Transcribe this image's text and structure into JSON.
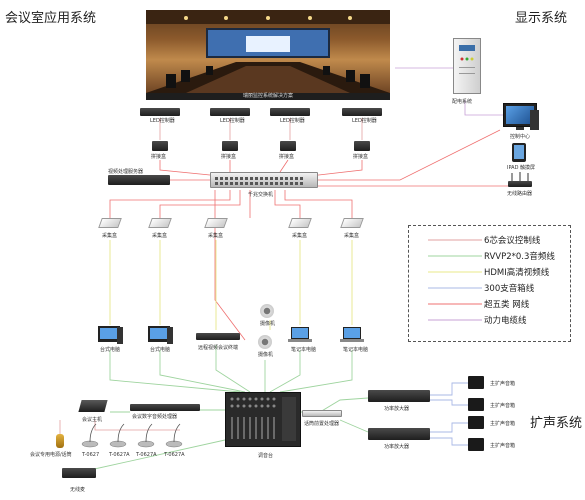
{
  "titles": {
    "conference": "会议室应用系统",
    "display": "显示系统",
    "amplification": "扩声系统"
  },
  "hero_caption": "瑞丽监控系统解决方案",
  "labels": {
    "led_controller": "LED控制器",
    "splicer": "拼接盒",
    "video_server": "视频处理服务器",
    "gigabit_switch": "千兆交换机",
    "collector": "采集盒",
    "distribution": "配电系统",
    "control_center": "控制中心",
    "ipad": "IPAD 触摸屏",
    "wireless_router": "无线路由器",
    "desktop": "台式电脑",
    "remote_terminal": "远程视频会议终端",
    "camera": "摄像机",
    "laptop": "笔记本电脑",
    "conf_host": "会议主机",
    "conf_processor": "会议数字音频处理器",
    "mic_model_1": "T-0627",
    "mic_model_2": "T-0627A",
    "mic_dedicated": "会议专用电源/话筒",
    "wireless_mic": "无线麦",
    "mixer": "调音台",
    "feedback_suppressor": "话筒前置处理器",
    "amp_1": "功率放大器",
    "amp_2": "功率放大器",
    "main_speaker": "主扩声音箱"
  },
  "legend": [
    {
      "text": "6芯会议控制线",
      "color": "#e2a0a0"
    },
    {
      "text": "RVVP2*0.3音频线",
      "color": "#9fd49f"
    },
    {
      "text": "HDMI高清视频线",
      "color": "#e8e88a"
    },
    {
      "text": "300支音箱线",
      "color": "#a9b8e6"
    },
    {
      "text": "超五类 网线",
      "color": "#ef7070"
    },
    {
      "text": "动力电缆线",
      "color": "#c7a0d6"
    }
  ]
}
